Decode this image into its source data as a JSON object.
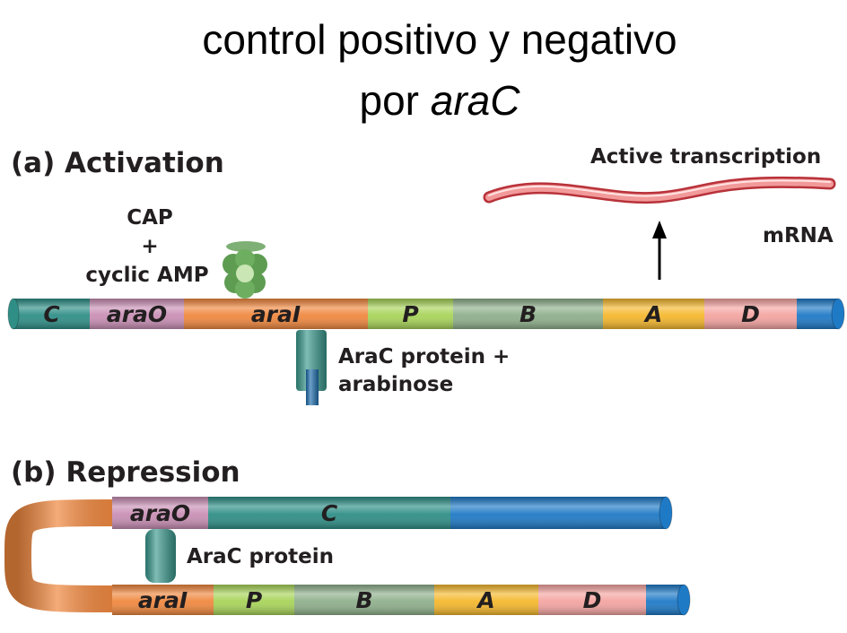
{
  "title": {
    "line1": "control positivo y negativo",
    "line2_prefix": "por ",
    "line2_italic": "araC"
  },
  "activation": {
    "section_label": "(a) Activation",
    "cap_line1": "CAP",
    "cap_line2": "+",
    "cap_line3": "cyclic AMP",
    "transcription_label": "Active transcription",
    "mrna_label": "mRNA",
    "protein_line1": "AraC protein +",
    "protein_line2": "arabinose",
    "segments": [
      {
        "label": "C",
        "color": "#2f8f87"
      },
      {
        "label": "araO",
        "color": "#c98fb5"
      },
      {
        "label": "araI",
        "color": "#f0883f"
      },
      {
        "label": "P",
        "color": "#a8d45a"
      },
      {
        "label": "B",
        "color": "#8fb08c"
      },
      {
        "label": "A",
        "color": "#f5b82e"
      },
      {
        "label": "D",
        "color": "#f4a5a2"
      },
      {
        "label": "",
        "color": "#1f7ac6"
      }
    ]
  },
  "repression": {
    "section_label": "(b) Repression",
    "protein_label": "AraC protein",
    "top_segments": [
      {
        "label": "araO",
        "color": "#c98fb5"
      },
      {
        "label": "C",
        "color": "#2f8f87"
      },
      {
        "label": "",
        "color": "#1f7ac6"
      }
    ],
    "bottom_segments": [
      {
        "label": "araI",
        "color": "#f0883f"
      },
      {
        "label": "P",
        "color": "#a8d45a"
      },
      {
        "label": "B",
        "color": "#8fb08c"
      },
      {
        "label": "A",
        "color": "#f5b82e"
      },
      {
        "label": "D",
        "color": "#f4a5a2"
      },
      {
        "label": "",
        "color": "#1f7ac6"
      }
    ]
  },
  "colors": {
    "mrna": "#e8474a",
    "cap": "#5e9c52",
    "arac_protein": "#3a9a8e",
    "arabinose": "#1f6fb0"
  }
}
